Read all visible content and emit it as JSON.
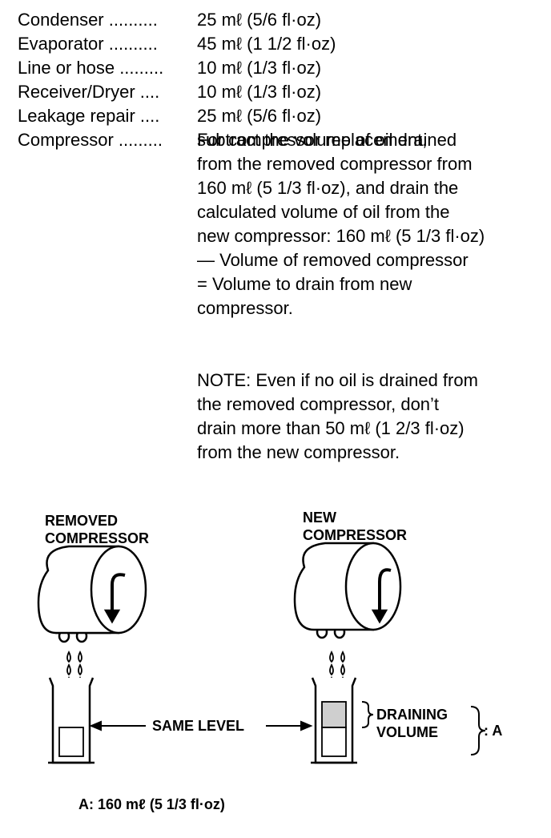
{
  "specs": [
    {
      "label": "Condenser ..........",
      "value": "25 mℓ (5/6 fl·oz)"
    },
    {
      "label": "Evaporator ..........",
      "value": "45 mℓ (1 1/2 fl·oz)"
    },
    {
      "label": "Line or hose .........",
      "value": "10 mℓ (1/3 fl·oz)"
    },
    {
      "label": "Receiver/Dryer ....",
      "value": "10 mℓ (1/3 fl·oz)"
    },
    {
      "label": "Leakage repair ....",
      "value": "25 mℓ (5/6 fl·oz)"
    },
    {
      "label": "Compressor .........",
      "value": "For compressor replacement,"
    }
  ],
  "compressor_text": [
    "subtract the volume of oil drained",
    "from the removed compressor from",
    "160 mℓ (5 1/3 fl·oz), and drain the",
    "calculated volume of oil from the",
    "new compressor: 160 mℓ (5 1/3 fl·oz)",
    "— Volume of removed compressor",
    "= Volume to drain from new",
    "compressor."
  ],
  "note_text": [
    "NOTE: Even if no oil is drained from",
    "the removed compressor, don’t",
    "drain more than 50 mℓ (1 2/3 fl·oz)",
    "from the new compressor."
  ],
  "figure": {
    "removed_label_1": "REMOVED",
    "removed_label_2": "COMPRESSOR",
    "new_label_1": "NEW",
    "new_label_2": "COMPRESSOR",
    "same_level": "SAME LEVEL",
    "draining_1": "DRAINING",
    "draining_2": "VOLUME",
    "a_label": ": A"
  },
  "footnote": "A: 160 mℓ (5 1/3 fl·oz)"
}
